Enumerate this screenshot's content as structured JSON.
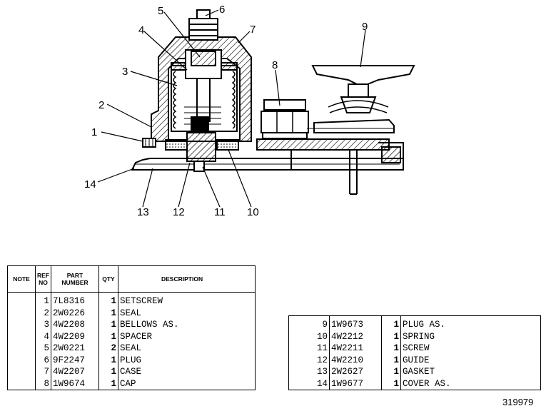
{
  "callouts": [
    "1",
    "2",
    "3",
    "4",
    "5",
    "6",
    "7",
    "8",
    "9",
    "10",
    "11",
    "12",
    "13",
    "14"
  ],
  "table_left": {
    "headers": {
      "note": "NOTE",
      "ref": "REF NO",
      "part": "PART NUMBER",
      "qty": "QTY",
      "desc": "DESCRIPTION"
    },
    "rows": [
      {
        "ref": "1",
        "part": "7L8316",
        "qty": "1",
        "desc": "SETSCREW"
      },
      {
        "ref": "2",
        "part": "2W0226",
        "qty": "1",
        "desc": "SEAL"
      },
      {
        "ref": "3",
        "part": "4W2208",
        "qty": "1",
        "desc": "BELLOWS  AS."
      },
      {
        "ref": "4",
        "part": "4W2209",
        "qty": "1",
        "desc": "SPACER"
      },
      {
        "ref": "5",
        "part": "2W0221",
        "qty": "2",
        "desc": "SEAL"
      },
      {
        "ref": "6",
        "part": "9F2247",
        "qty": "1",
        "desc": "PLUG"
      },
      {
        "ref": "7",
        "part": "4W2207",
        "qty": "1",
        "desc": "CASE"
      },
      {
        "ref": "8",
        "part": "1W9674",
        "qty": "1",
        "desc": "CAP"
      }
    ]
  },
  "table_right": {
    "rows": [
      {
        "ref": "9",
        "part": "1W9673",
        "qty": "1",
        "desc": "PLUG  AS."
      },
      {
        "ref": "10",
        "part": "4W2212",
        "qty": "1",
        "desc": "SPRING"
      },
      {
        "ref": "11",
        "part": "4W2211",
        "qty": "1",
        "desc": "SCREW"
      },
      {
        "ref": "12",
        "part": "4W2210",
        "qty": "1",
        "desc": "GUIDE"
      },
      {
        "ref": "13",
        "part": "2W2627",
        "qty": "1",
        "desc": "GASKET"
      },
      {
        "ref": "14",
        "part": "1W9677",
        "qty": "1",
        "desc": "COVER  AS."
      }
    ]
  },
  "figure_number": "319979"
}
